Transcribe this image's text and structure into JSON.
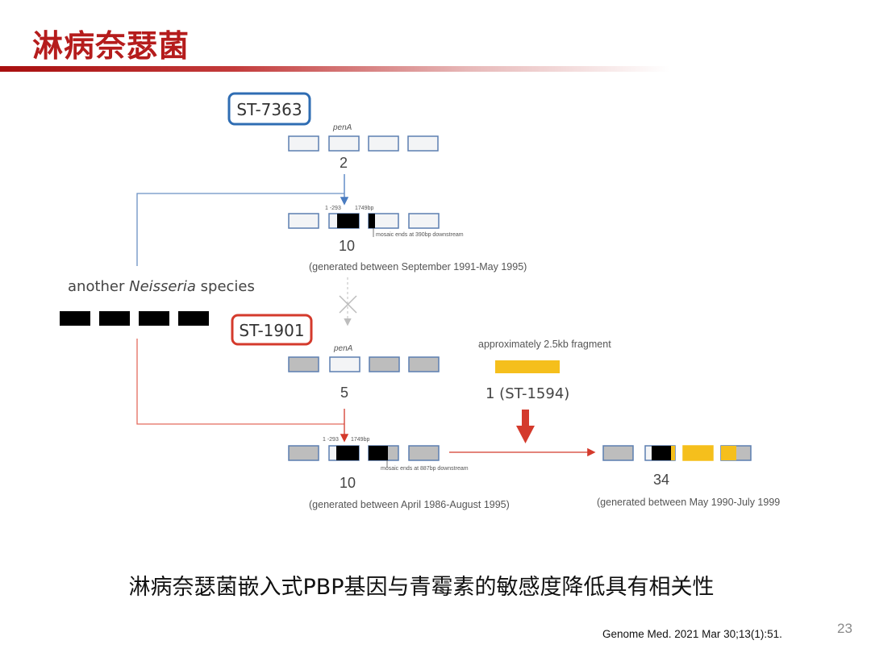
{
  "slide": {
    "title": "淋病奈瑟菌",
    "caption": "淋病奈瑟菌嵌入式PBP基因与青霉素的敏感度降低具有相关性",
    "citation": "Genome Med. 2021 Mar 30;13(1):51.",
    "page_number": "23"
  },
  "colors": {
    "title": "#b51c1c",
    "blue_accent": "#2f6db3",
    "red_accent": "#d43a2c",
    "fragment_yellow": "#f5bf1c",
    "gray_box": "#bdbdbd",
    "black_box": "#000000"
  },
  "diagram": {
    "st7363_label": "ST-7363",
    "st1901_label": "ST-1901",
    "gene_label_top": "penA",
    "gene_label_mid": "penA",
    "allele_2": "2",
    "allele_10_top": "10",
    "allele_5": "5",
    "allele_10_bottom": "10",
    "allele_34": "34",
    "allele_1": "1 (ST-1594)",
    "pos_start_top": "1 -293",
    "pos_end_top": "1749bp",
    "pos_start_bottom": "1 -293",
    "pos_end_bottom": "1749bp",
    "mosaic_note_top": "mosaic ends at 390bp downstream",
    "mosaic_note_bottom": "mosaic ends at 887bp downstream",
    "generated_top": "(generated between September 1991-May 1995)",
    "generated_bottom_left": "(generated between April 1986-August 1995)",
    "generated_bottom_right": "(generated between May 1990-July 1999",
    "another_prefix": "another ",
    "another_italic": "Neisseria",
    "another_suffix": " species",
    "fragment_label": "approximately 2.5kb fragment"
  }
}
